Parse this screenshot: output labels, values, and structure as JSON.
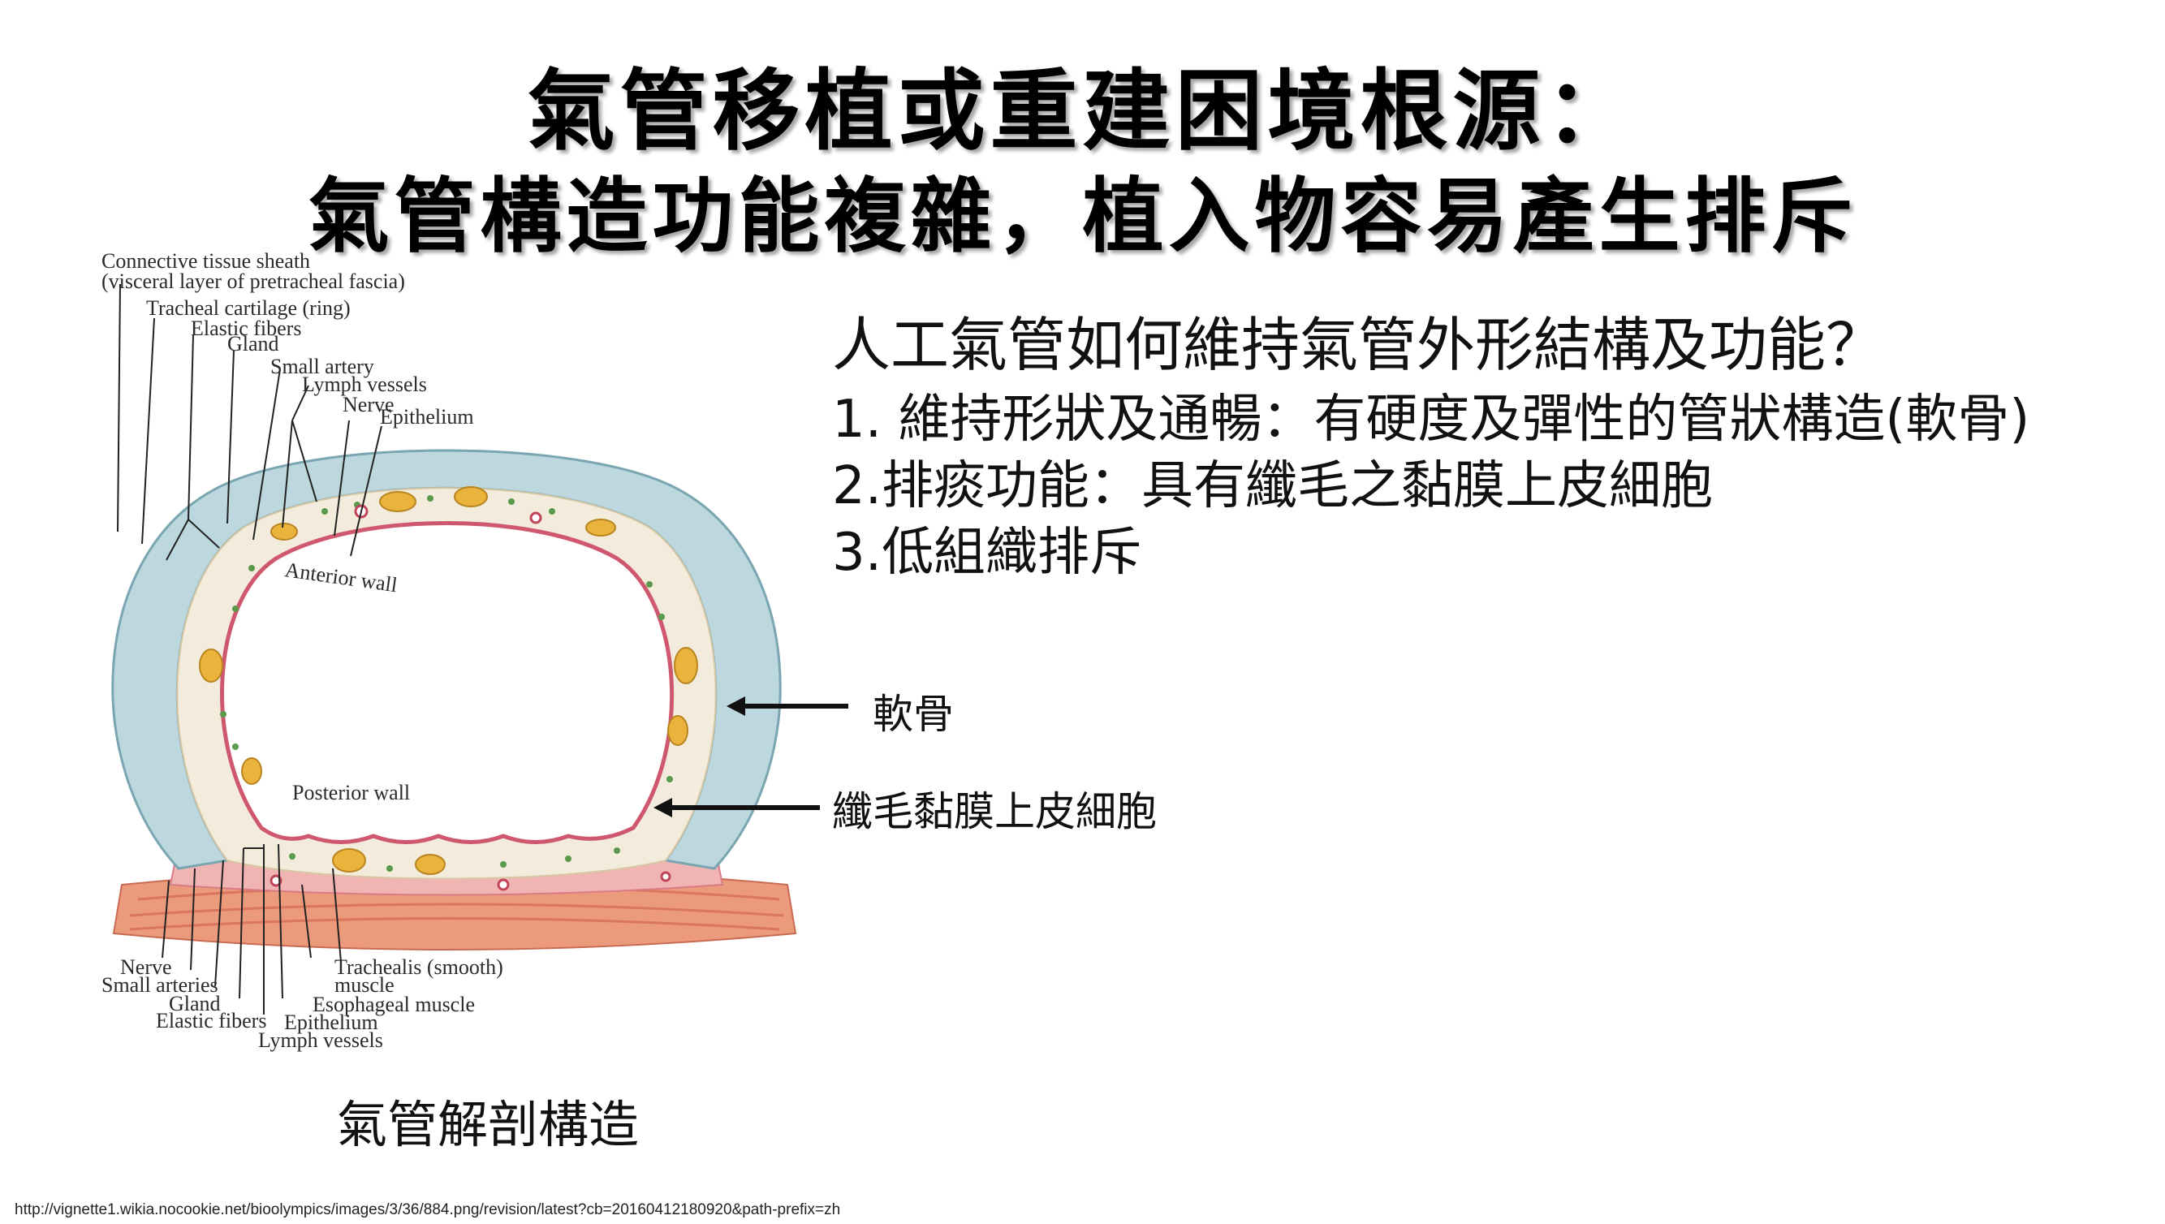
{
  "title": {
    "line1": "氣管移植或重建困境根源：",
    "line2": "氣管構造功能複雜，植入物容易產生排斥"
  },
  "diagram": {
    "caption": "氣管解剖構造",
    "top_labels": [
      "Connective tissue sheath",
      "(visceral layer of pretracheal fascia)",
      "Tracheal cartilage (ring)",
      "Elastic fibers",
      "Gland",
      "Small artery",
      "Lymph vessels",
      "Nerve",
      "Epithelium"
    ],
    "inner_labels": [
      "Anterior wall",
      "Posterior wall"
    ],
    "bottom_labels": [
      "Nerve",
      "Small arteries",
      "Gland",
      "Elastic fibers",
      "Lymph vessels",
      "Epithelium",
      "Trachealis (smooth)",
      "muscle",
      "Esophageal muscle"
    ]
  },
  "panel": {
    "question": "人工氣管如何維持氣管外形結構及功能？",
    "points": [
      "1. 維持形狀及通暢：有硬度及彈性的管狀構造(軟骨)",
      "2.排痰功能：具有纖毛之黏膜上皮細胞",
      "3.低組織排斥"
    ]
  },
  "arrow_labels": {
    "cartilage": "軟骨",
    "epithelium": "纖毛黏膜上皮細胞"
  },
  "source": "http://vignette1.wikia.nocookie.net/bioolympics/images/3/36/884.png/revision/latest?cb=20160412180920&path-prefix=zh",
  "colors": {
    "cartilage": "#b9d6dc",
    "mucosa_fill": "#f3ecdc",
    "epithelium_line": "#d0586e",
    "gland": "#e9b33c",
    "muscle": "#e88a6e",
    "dots": "#5a9a4a"
  }
}
